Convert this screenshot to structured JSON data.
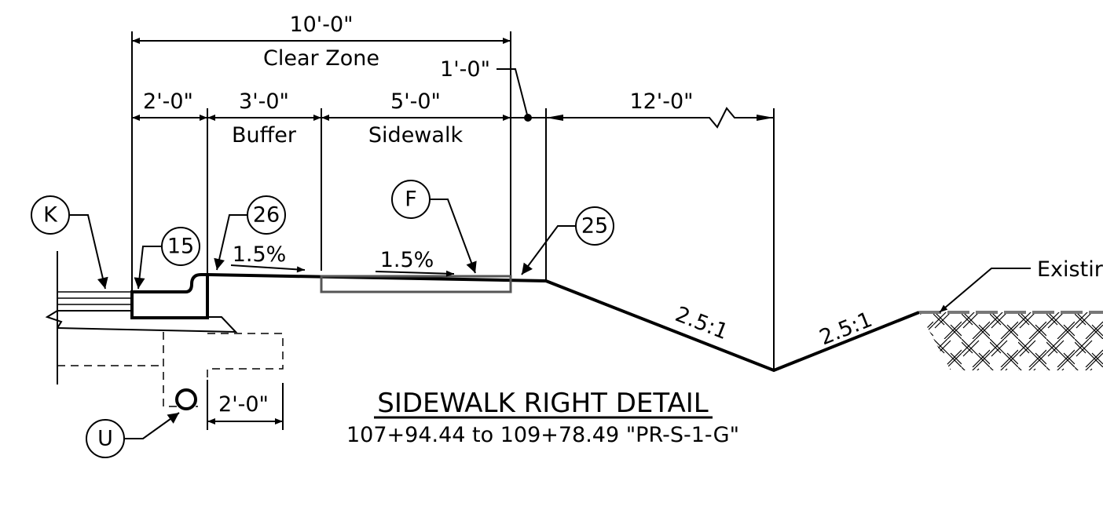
{
  "dimensions": {
    "clear_zone_width": "10'-0\"",
    "clear_zone_label": "Clear Zone",
    "gutter_width": "2'-0\"",
    "buffer_width": "3'-0\"",
    "buffer_label": "Buffer",
    "sidewalk_width": "5'-0\"",
    "sidewalk_label": "Sidewalk",
    "offset_width": "1'-0\"",
    "slope_run_width": "12'-0\"",
    "utility_offset": "2'-0\""
  },
  "callouts": {
    "k": "K",
    "fifteen": "15",
    "twentysix": "26",
    "f": "F",
    "twentyfive": "25",
    "u": "U"
  },
  "slopes": {
    "buffer_cross_slope": "1.5%",
    "sidewalk_cross_slope": "1.5%",
    "foreslope": "2.5:1",
    "backslope": "2.5:1"
  },
  "labels": {
    "existing_ground": "Existir"
  },
  "title_block": {
    "title": "SIDEWALK RIGHT DETAIL",
    "subtitle": "107+94.44 to 109+78.49 \"PR-S-1-G\""
  }
}
